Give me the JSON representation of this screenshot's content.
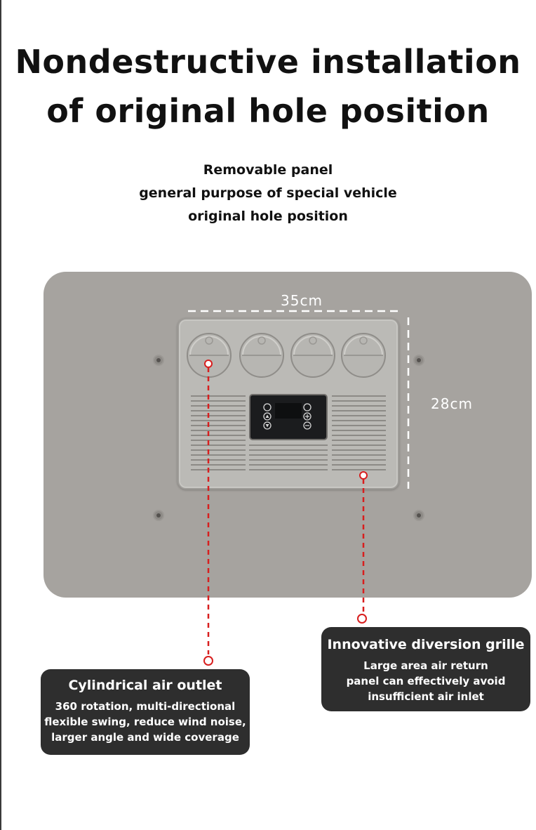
{
  "heading": {
    "line1": "Nondestructive installation",
    "line2": "of original hole position"
  },
  "subheading": {
    "line1": "Removable panel",
    "line2": "general purpose of special vehicle",
    "line3": "original hole position"
  },
  "dimensions": {
    "width": "35cm",
    "height": "28cm"
  },
  "callouts": {
    "air_outlet": {
      "title": "Cylindrical air outlet",
      "lines": [
        "360 rotation, multi-directional",
        "flexible swing, reduce wind noise,",
        "larger angle and wide coverage"
      ]
    },
    "diversion_grille": {
      "title": "Innovative diversion grille",
      "lines": [
        "Large area air return",
        "panel can effectively avoid",
        "insufficient air inlet"
      ]
    }
  },
  "colors": {
    "plate": "#a6a39f",
    "unit": "#bbbab6",
    "leader": "#d81e1e",
    "callout_bg": "#2e2e2e"
  }
}
